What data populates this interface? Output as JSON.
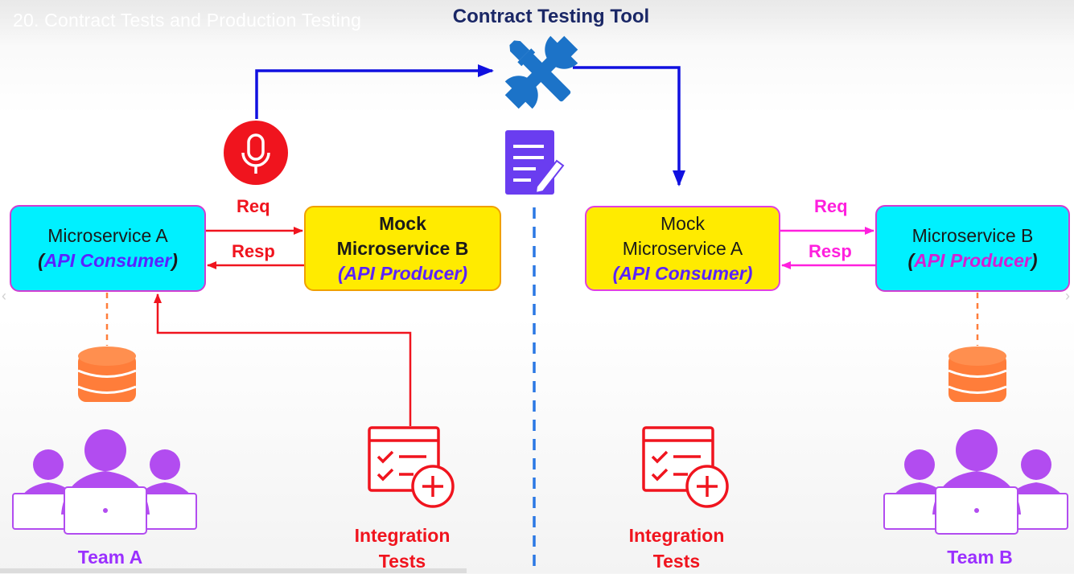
{
  "slide_caption": "20. Contract Tests and Production Testing",
  "title": "Contract Testing Tool",
  "left": {
    "microservice_a": {
      "name": "Microservice A",
      "role_open": "(",
      "role": "API Consumer",
      "role_close": ")"
    },
    "mock_b": {
      "line1": "Mock",
      "line2": "Microservice B",
      "role_open": "(",
      "role": "API Producer",
      "role_close": ")"
    },
    "req_label": "Req",
    "resp_label": "Resp",
    "team": "Team A",
    "tests_line1": "Integration",
    "tests_line2": "Tests"
  },
  "right": {
    "mock_a": {
      "line1": "Mock",
      "line2": "Microservice A",
      "role_open": "(",
      "role": "API Consumer",
      "role_close": ")"
    },
    "microservice_b": {
      "name": "Microservice B",
      "role_open": "(",
      "role": "API Producer",
      "role_close": ")"
    },
    "req_label": "Req",
    "resp_label": "Resp",
    "team": "Team B",
    "tests_line1": "Integration",
    "tests_line2": "Tests"
  },
  "colors": {
    "flow_blue": "#1010e0",
    "request_red": "#f0141e",
    "request_pink": "#ff1fde",
    "team_purple": "#b24cf0",
    "database_orange": "#ff7d3a",
    "divider_blue": "#2b78e4",
    "tool_blue": "#1c73c8",
    "document_purple": "#6a3df0"
  },
  "icons": [
    "tools-icon",
    "microphone-icon",
    "contract-document-icon",
    "database-icon",
    "team-icon",
    "checklist-add-icon"
  ]
}
